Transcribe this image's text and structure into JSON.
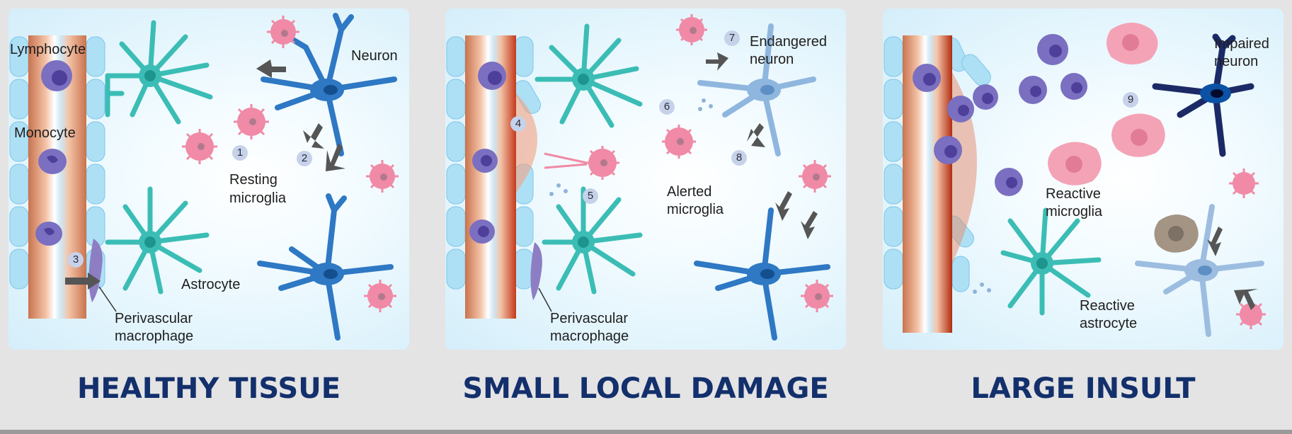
{
  "panels": [
    {
      "caption": "HEALTHY TISSUE",
      "labels": {
        "lymphocyte": "Lymphocyte",
        "monocyte": "Monocyte",
        "neuron": "Neuron",
        "resting_microglia_1": "Resting",
        "resting_microglia_2": "microglia",
        "astrocyte": "Astrocyte",
        "perivascular_1": "Perivascular",
        "perivascular_2": "macrophage"
      },
      "numbers": [
        "1",
        "2",
        "3"
      ]
    },
    {
      "caption": "SMALL LOCAL DAMAGE",
      "labels": {
        "endangered_1": "Endangered",
        "endangered_2": "neuron",
        "alerted_1": "Alerted",
        "alerted_2": "microglia",
        "perivascular_1": "Perivascular",
        "perivascular_2": "macrophage"
      },
      "numbers": [
        "4",
        "5",
        "6",
        "7",
        "8"
      ]
    },
    {
      "caption": "LARGE INSULT",
      "labels": {
        "impaired_1": "Impaired",
        "impaired_2": "neuron",
        "reactive_microglia_1": "Reactive",
        "reactive_microglia_2": "microglia",
        "reactive_astrocyte_1": "Reactive",
        "reactive_astrocyte_2": "astrocyte"
      },
      "numbers": [
        "9"
      ]
    }
  ],
  "colors": {
    "caption": "#13306c",
    "vessel": "#d9826a",
    "astrocyte": "#3bbdb5",
    "neuron": "#2e78c4",
    "microglia": "#f08aa6",
    "lymphocyte": "#7a6fc0",
    "endothelium": "#aee0f5"
  }
}
